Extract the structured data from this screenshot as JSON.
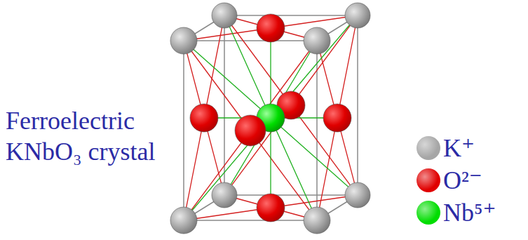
{
  "diagram": {
    "labels": [
      "Ferroelectric KNbO₃ crystal"
    ],
    "legend": [
      {
        "text": "K⁺",
        "color": "#a6a6a6"
      },
      {
        "text": "O²⁻",
        "color": "#e00000"
      },
      {
        "text": "Nb⁵⁺",
        "color": "#00dd00"
      }
    ]
  }
}
